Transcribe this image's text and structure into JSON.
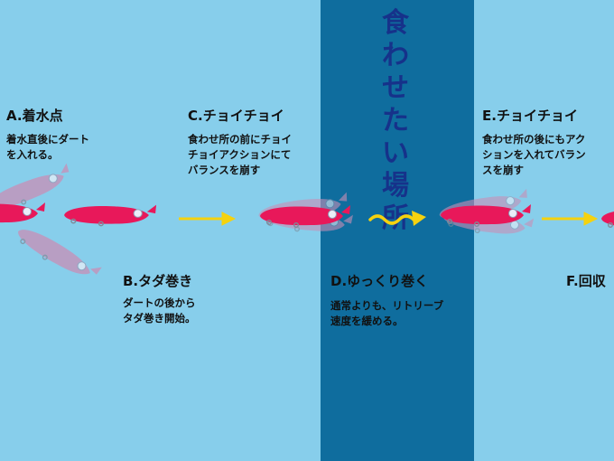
{
  "colors": {
    "water": "#87CEEB",
    "focus_band": "#0F6D9E",
    "focus_text": "#16328A",
    "lure": "#E8185A",
    "lure_ghost": "#C98FB6",
    "arrow": "#F5D20F"
  },
  "focus_zone": {
    "title": "食わせたい場所"
  },
  "stages": [
    {
      "title": "A.着水点",
      "desc": [
        "着水直後にダート",
        "を入れる。"
      ]
    },
    {
      "title": "B.タダ巻き",
      "desc": [
        "ダートの後から",
        "タダ巻き開始。"
      ]
    },
    {
      "title": "C.チョイチョイ",
      "desc": [
        "食わせ所の前にチョイ",
        "チョイアクションにて",
        "バランスを崩す"
      ]
    },
    {
      "title": "D.ゆっくり巻く",
      "desc": [
        "通常よりも、リトリーブ",
        "速度を緩める。"
      ]
    },
    {
      "title": "E.チョイチョイ",
      "desc": [
        "食わせ所の後にもアク",
        "ションを入れてバラン",
        "スを崩す"
      ]
    },
    {
      "title": "F.回収",
      "desc": []
    }
  ],
  "icons": [
    "lure-icon",
    "arrow-right-icon",
    "wavy-arrow-icon"
  ]
}
